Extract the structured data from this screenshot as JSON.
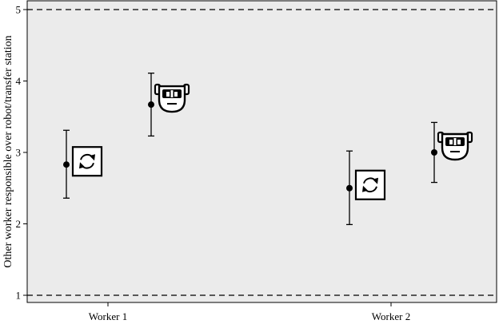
{
  "chart_data": {
    "type": "scatter",
    "title": "",
    "xlabel": "",
    "ylabel": "Other worker responsible over robot/transfer station",
    "ylim": [
      1,
      5
    ],
    "yticks": [
      1,
      2,
      3,
      4,
      5
    ],
    "reference_lines": [
      1,
      5
    ],
    "grid": false,
    "categories": [
      "Worker 1",
      "Worker 2"
    ],
    "series": [
      {
        "marker_icon": "transfer-station-icon",
        "values": [
          2.83,
          2.5
        ],
        "ci_low": [
          2.36,
          1.99
        ],
        "ci_high": [
          3.31,
          3.02
        ]
      },
      {
        "marker_icon": "robot-icon",
        "values": [
          3.67,
          3.0
        ],
        "ci_low": [
          3.23,
          2.58
        ],
        "ci_high": [
          4.11,
          3.42
        ]
      }
    ]
  }
}
